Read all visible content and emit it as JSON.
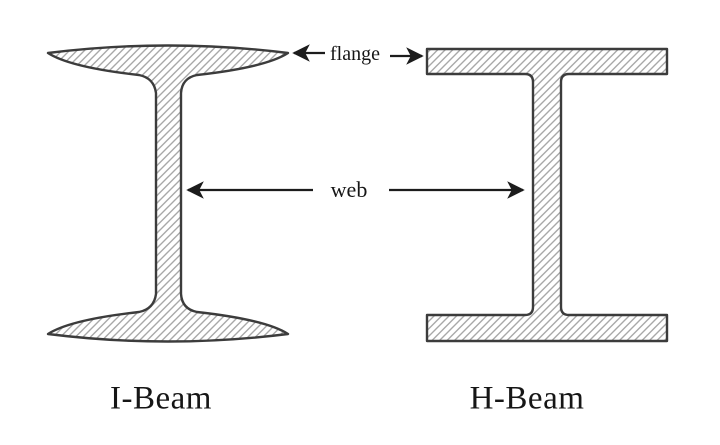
{
  "diagram": {
    "labels": {
      "flange": "flange",
      "web": "web"
    },
    "captions": {
      "i_beam": "I-Beam",
      "h_beam": "H-Beam"
    },
    "colors": {
      "background": "#ffffff",
      "outline": "#3c3c3c",
      "hatch_line": "#a8a8a8",
      "arrow": "#1c1c1c",
      "text": "#161616"
    },
    "icons": {
      "flange_arrow_left": "arrow-pointing-left-to-i-beam-flange",
      "flange_arrow_right": "arrow-pointing-right-to-h-beam-flange",
      "web_arrow_left": "arrow-pointing-left-to-i-beam-web",
      "web_arrow_right": "arrow-pointing-right-to-h-beam-web"
    }
  }
}
